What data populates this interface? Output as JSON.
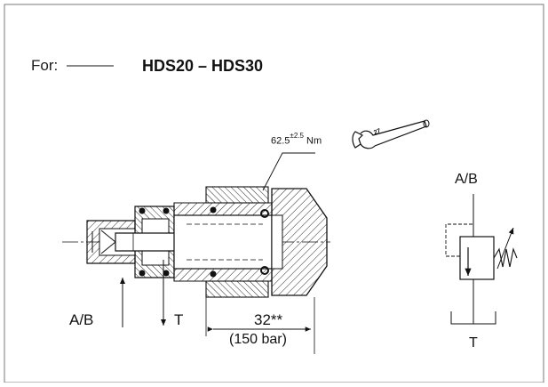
{
  "header": {
    "for_label": "For:",
    "model_range": "HDS20 – HDS30"
  },
  "tightening": {
    "torque_value": "62.5",
    "torque_tolerance": "±2.5",
    "torque_unit": "Nm",
    "wrench_size": "27"
  },
  "section_view": {
    "port_ab_label": "A/B",
    "port_t_label": "T",
    "dimension_label": "32**",
    "dimension_note": "(150 bar)"
  },
  "symbol": {
    "port_ab_label": "A/B",
    "port_t_label": "T"
  },
  "colors": {
    "line": "#111111",
    "frame": "#7a7a7a"
  }
}
